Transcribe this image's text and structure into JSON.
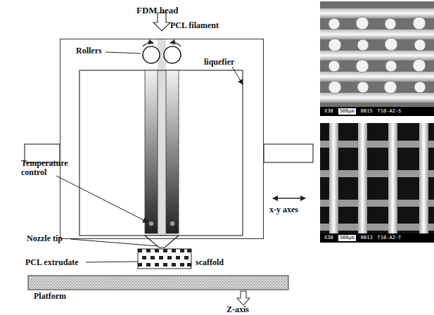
{
  "diagram": {
    "nodes": [
      {
        "text": [
          "FDM head"
        ]
      },
      {
        "text": [
          "Platform"
        ]
      },
      {
        "text": [
          "X30",
          "500μm",
          "0015",
          "T10-A2-S"
        ]
      },
      {
        "text": [
          "X30",
          "500μm",
          "0013",
          "T10-A2-T"
        ]
      }
    ],
    "labels": [
      "PCL filament",
      "Rollers",
      "liquefier",
      "Temperature control",
      "x-y axes",
      "Nozzle tip",
      "PCL extrudate",
      "scaffold",
      "Z-axis"
    ]
  }
}
